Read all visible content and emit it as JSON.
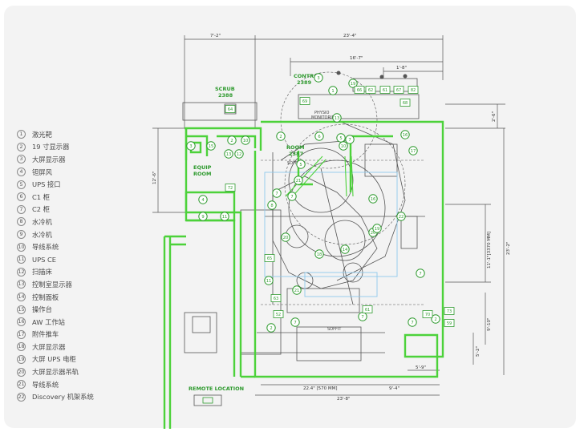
{
  "legend": [
    {
      "num": "1",
      "label": "激光靶"
    },
    {
      "num": "2",
      "label": "19 寸显示器"
    },
    {
      "num": "3",
      "label": "大屏显示器"
    },
    {
      "num": "4",
      "label": "钽屏风"
    },
    {
      "num": "5",
      "label": "UPS 接口"
    },
    {
      "num": "6",
      "label": "C1 柜"
    },
    {
      "num": "7",
      "label": "C2 柜"
    },
    {
      "num": "8",
      "label": "水冷机"
    },
    {
      "num": "9",
      "label": "水冷机"
    },
    {
      "num": "10",
      "label": "导线系统"
    },
    {
      "num": "11",
      "label": "UPS CE"
    },
    {
      "num": "12",
      "label": "扫描床"
    },
    {
      "num": "13",
      "label": "控制室显示器"
    },
    {
      "num": "14",
      "label": "控制面板"
    },
    {
      "num": "15",
      "label": "操作台"
    },
    {
      "num": "16",
      "label": "AW 工作站"
    },
    {
      "num": "17",
      "label": "附件推车"
    },
    {
      "num": "18",
      "label": "大屏显示器"
    },
    {
      "num": "19",
      "label": "大屏 UPS 电柜"
    },
    {
      "num": "20",
      "label": "大屏显示器吊轨"
    },
    {
      "num": "21",
      "label": "导线系统"
    },
    {
      "num": "22",
      "label": "Discovery 机架系统"
    }
  ],
  "plan": {
    "rooms": {
      "scrub_title": "SCRUB",
      "scrub_number": "2388",
      "control_title": "CONTROL",
      "control_number": "2389",
      "room_title": "ROOM",
      "room_number": "2387",
      "equip_line1": "EQUIP",
      "equip_line2": "ROOM",
      "physio": "PHYSIO",
      "monitoring": "MONITORING",
      "soffit_top": "SOFFIT",
      "soffit_bottom": "SOFFIT",
      "remote_location": "REMOTE LOCATION"
    },
    "dimensions": {
      "top_left": "7'-2\"",
      "top_mid": "23'-4\"",
      "top_right_a": "16'-7\"",
      "top_right_b": "1'-8\"",
      "right_1": "2'-6\"",
      "right_2": "11'-1\"[3370 MM]",
      "right_3": "23'-2\"",
      "right_4": "9'-10\"",
      "right_5": "5'-2\"",
      "bottom_1": "22.4\" [570 MM]",
      "bottom_2": "9'-4\"",
      "bottom_3": "23'-8\"",
      "bottom_4": "5'-9\"",
      "left_1": "12'-6\""
    },
    "markers": [
      "3",
      "15",
      "13",
      "12",
      "2",
      "10",
      "4",
      "9",
      "11",
      "8",
      "7",
      "7",
      "2",
      "21",
      "5",
      "11",
      "6",
      "5",
      "7",
      "13",
      "10",
      "16",
      "20",
      "17",
      "16",
      "22",
      "14",
      "19",
      "19",
      "1",
      "2",
      "7",
      "7",
      "2",
      "7",
      "7",
      "21",
      "20",
      "18",
      "3"
    ],
    "tags": [
      "64",
      "72",
      "52",
      "63",
      "65",
      "61",
      "73",
      "59",
      "70",
      "82",
      "61",
      "62",
      "66",
      "67",
      "68",
      "69"
    ]
  },
  "colors": {
    "wall_green": "#4cd23a",
    "line_gray": "#555555",
    "tag_green": "#2e9a2e"
  }
}
